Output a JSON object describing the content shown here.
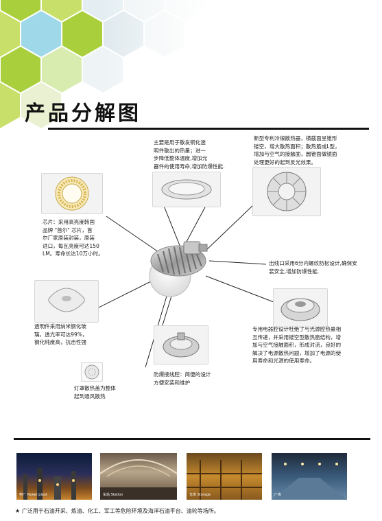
{
  "page": {
    "title": "产品分解图"
  },
  "callouts": {
    "radiator_top": "主要是用于散发铜化透\n明件散出的热量；进一\n步降低整体温度,增加元\n器件的使用寿命,增加防爆性能.",
    "heatsink": "新型专利冷锻散热器，横截面呈锥形\n镂空，增大散热面积；散热筋成L型，\n增加与空气的接触面，圆锥面做镜面\n处理更好的起到反光效果。",
    "chip": "芯片：采用高亮度韩国\n品牌 \"首尔\" 芯片，首\n尔厂家原装封装，原装\n进口，每瓦亮度可达150\nLM。寿命长达10万小时。",
    "outlet": "出线口采用6分内螺纹防松设计,确保安\n装安全,增加防爆性能.",
    "glass": "透明件采用纳米钢化玻\n璃，透光率可达99%，\n钢化纯度高，抗击性强",
    "chamber": "专用电器腔设计杜绝了与光源腔热量相\n互传递，并采用镂空型散热筋结构，增\n加与空气接触面积，形成对流，良好的\n解决了电源散热问题，增加了电源的使\n用寿命和光源的使用寿命。",
    "wiring": "防爆接线腔：简便的设计\n方便安装和维护",
    "cover": "灯罩散热盖为整体\n起到通风散热"
  },
  "applications": [
    {
      "label": "电厂  Power plant"
    },
    {
      "label": "车站  Station"
    },
    {
      "label": "仓库  Storage"
    },
    {
      "label": "厂房"
    }
  ],
  "footer": "★ 广泛用于石油开采、炼油、化工、军工等危险环境及海洋石油平台、油轮等场所。",
  "colors": {
    "hex_green_light": "#c8e06a",
    "hex_green": "#a9cf3c",
    "hex_cyan": "#9fd8e8",
    "rule": "#111111"
  }
}
